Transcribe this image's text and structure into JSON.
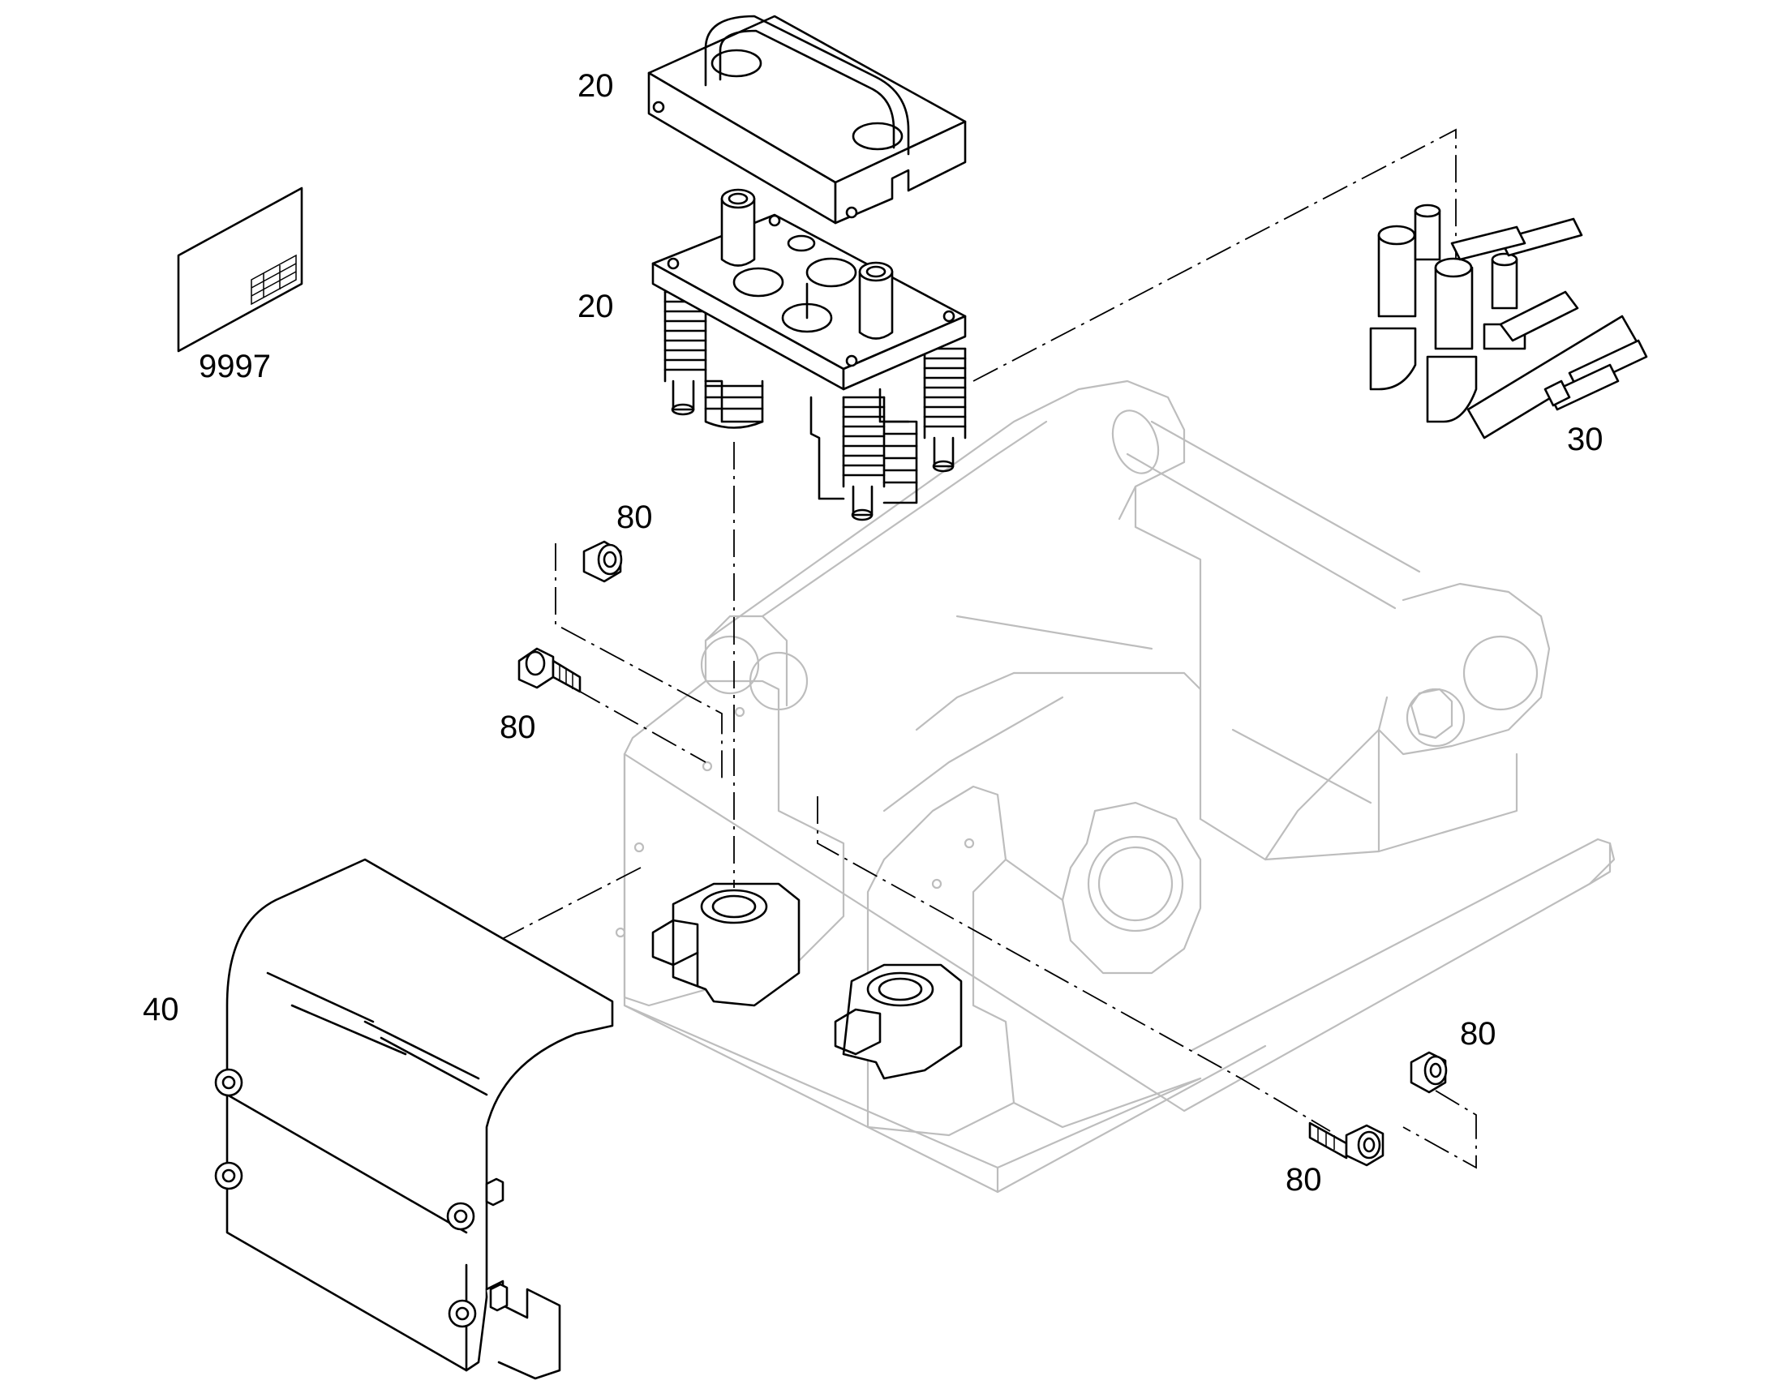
{
  "diagram": {
    "callouts": [
      {
        "id": "20a",
        "label": "20"
      },
      {
        "id": "20b",
        "label": "20"
      },
      {
        "id": "9997",
        "label": "9997"
      },
      {
        "id": "30",
        "label": "30"
      },
      {
        "id": "80a",
        "label": "80"
      },
      {
        "id": "80b",
        "label": "80"
      },
      {
        "id": "40",
        "label": "40"
      },
      {
        "id": "80c",
        "label": "80"
      },
      {
        "id": "80d",
        "label": "80"
      }
    ]
  }
}
